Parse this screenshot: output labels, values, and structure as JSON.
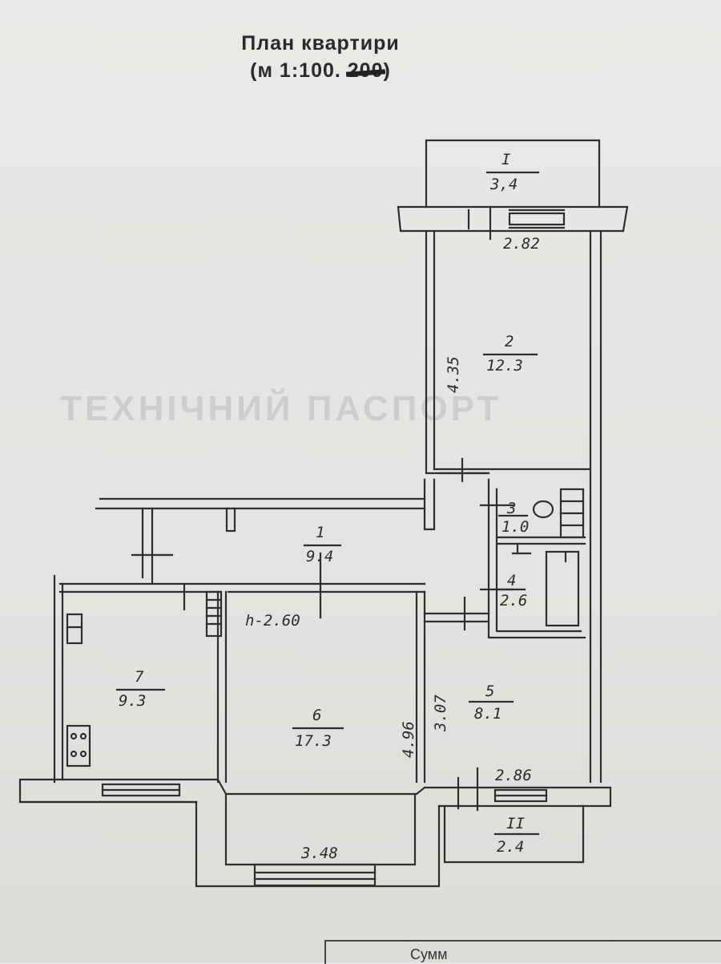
{
  "title": {
    "line1": "План квартири",
    "scale_prefix": "(м 1:100. ",
    "scale_struck": "200",
    "scale_suffix": ")"
  },
  "watermark": "ТЕХНІЧНИЙ ПАСПОРТ",
  "rooms": {
    "balcony_top": {
      "number": "I",
      "area": "3,4"
    },
    "r1": {
      "number": "1",
      "area": "9.4"
    },
    "r2": {
      "number": "2",
      "area": "12.3"
    },
    "r3": {
      "number": "3",
      "area": "1.0"
    },
    "r4": {
      "number": "4",
      "area": "2.6"
    },
    "r5": {
      "number": "5",
      "area": "8.1"
    },
    "r6": {
      "number": "6",
      "area": "17.3"
    },
    "r7": {
      "number": "7",
      "area": "9.3"
    },
    "balcony_bottom": {
      "number": "II",
      "area": "2.4"
    }
  },
  "dimensions": {
    "room2_width": "2.82",
    "room2_length": "4.35",
    "ceiling_height": "h-2.60",
    "room5_length": "3.07",
    "room6_length": "4.96",
    "room5_width": "2.86",
    "room6_width": "3.48"
  },
  "footer_text": "Сумм"
}
